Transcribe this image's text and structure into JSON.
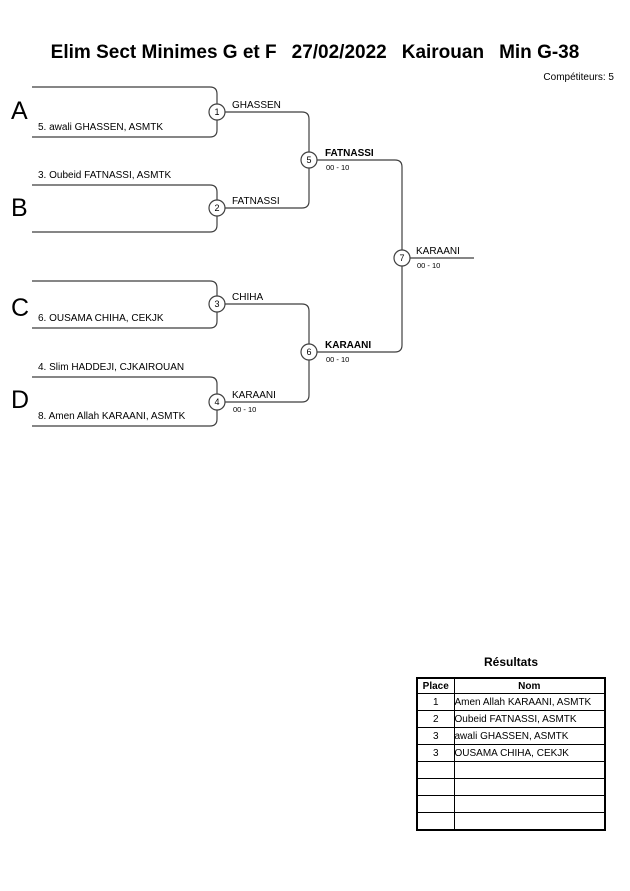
{
  "header": {
    "event": "Elim Sect Minimes G et F",
    "date": "27/02/2022",
    "city": "Kairouan",
    "category": "Min G-38",
    "competitors": "Compétiteurs: 5"
  },
  "bracket": {
    "sections": [
      {
        "letter": "A"
      },
      {
        "letter": "B"
      },
      {
        "letter": "C"
      },
      {
        "letter": "D"
      }
    ],
    "entries": [
      {
        "text": "5. awali GHASSEN, ASMTK"
      },
      {
        "text": "3. Oubeid FATNASSI, ASMTK"
      },
      {
        "text": "6. OUSAMA CHIHA, CEKJK"
      },
      {
        "text": "4. Slim HADDEJI, CJKAIROUAN"
      },
      {
        "text": "8. Amen Allah KARAANI, ASMTK"
      }
    ],
    "matches": [
      {
        "number": "1",
        "winner": "GHASSEN",
        "score": ""
      },
      {
        "number": "2",
        "winner": "FATNASSI",
        "score": ""
      },
      {
        "number": "3",
        "winner": "CHIHA",
        "score": ""
      },
      {
        "number": "4",
        "winner": "KARAANI",
        "score": "00 - 10"
      },
      {
        "number": "5",
        "winner": "FATNASSI",
        "score": "00 - 10"
      },
      {
        "number": "6",
        "winner": "KARAANI",
        "score": "00 - 10"
      },
      {
        "number": "7",
        "winner": "KARAANI",
        "score": "00 - 10"
      }
    ]
  },
  "results": {
    "title": "Résultats",
    "headers": {
      "place": "Place",
      "nom": "Nom"
    },
    "rows": [
      {
        "place": "1",
        "nom": "Amen Allah KARAANI, ASMTK"
      },
      {
        "place": "2",
        "nom": "Oubeid FATNASSI, ASMTK"
      },
      {
        "place": "3",
        "nom": "awali GHASSEN, ASMTK"
      },
      {
        "place": "3",
        "nom": "OUSAMA CHIHA, CEKJK"
      },
      {
        "place": "",
        "nom": ""
      },
      {
        "place": "",
        "nom": ""
      },
      {
        "place": "",
        "nom": ""
      },
      {
        "place": "",
        "nom": ""
      }
    ]
  }
}
